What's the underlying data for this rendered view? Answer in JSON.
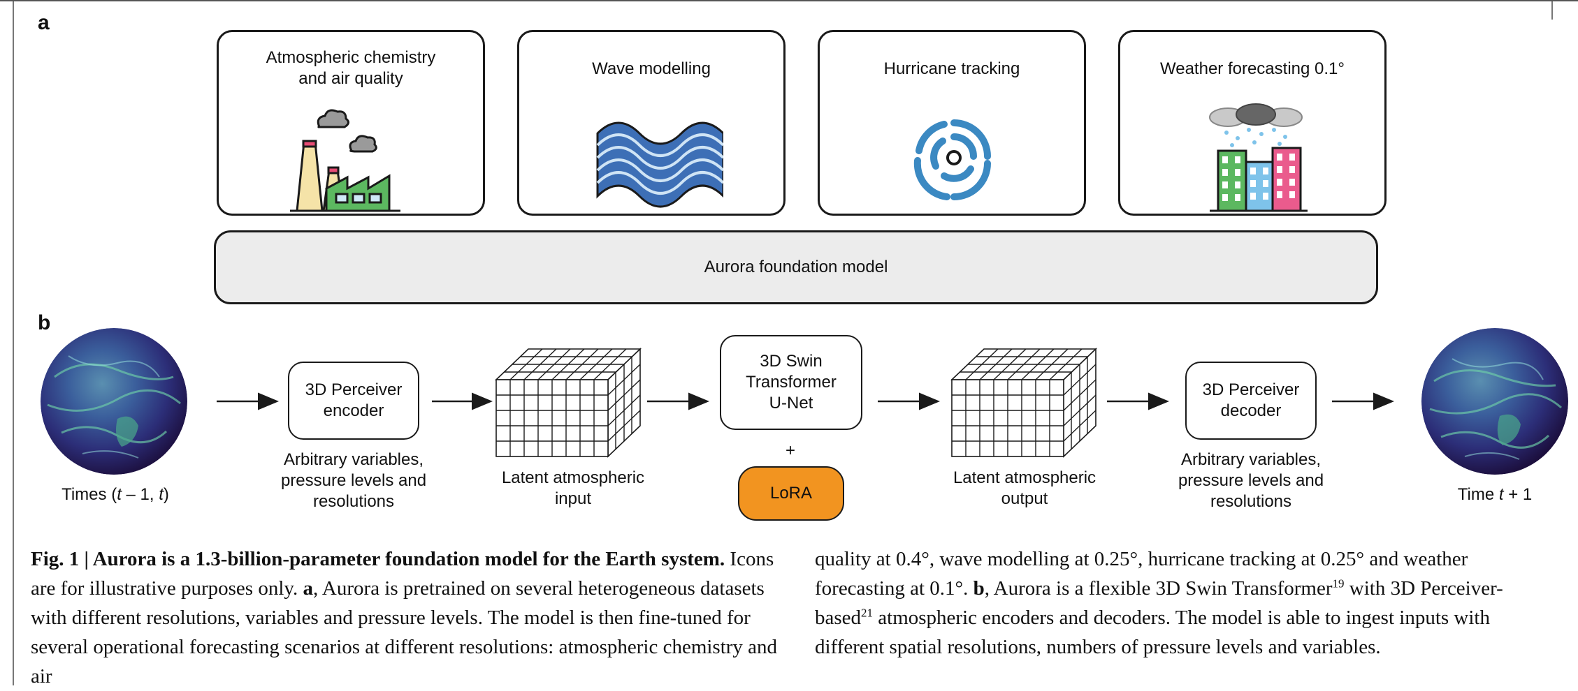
{
  "panel_a": {
    "letter": "a",
    "tasks": [
      {
        "title_line1": "Atmospheric chemistry",
        "title_line2": "and air quality",
        "icon": "factory-icon"
      },
      {
        "title": "Wave modelling",
        "icon": "waves-icon"
      },
      {
        "title": "Hurricane tracking",
        "icon": "hurricane-icon"
      },
      {
        "title": "Weather forecasting 0.1°",
        "icon": "city-rain-icon"
      }
    ],
    "foundation": "Aurora foundation model"
  },
  "panel_b": {
    "letter": "b",
    "input_globe_label": "Times (t – 1, t)",
    "input_globe_label_parts": {
      "prefix": "Times (",
      "t1": "t",
      "mid": " – 1, ",
      "t2": "t",
      "suffix": ")"
    },
    "encoder": {
      "line1": "3D Perceiver",
      "line2": "encoder"
    },
    "encoder_note": {
      "line1": "Arbitrary variables,",
      "line2": "pressure levels and",
      "line3": "resolutions"
    },
    "latent_input": {
      "line1": "Latent atmospheric",
      "line2": "input"
    },
    "backbone": {
      "line1": "3D Swin",
      "line2": "Transformer",
      "line3": "U-Net"
    },
    "plus": "+",
    "lora": "LoRA",
    "latent_output": {
      "line1": "Latent atmospheric",
      "line2": "output"
    },
    "decoder": {
      "line1": "3D Perceiver",
      "line2": "decoder"
    },
    "decoder_note": {
      "line1": "Arbitrary variables,",
      "line2": "pressure levels and",
      "line3": "resolutions"
    },
    "output_globe_label": {
      "prefix": "Time ",
      "t": "t",
      "suffix": " + 1"
    }
  },
  "caption": {
    "fig_label": "Fig. 1 | ",
    "title": "Aurora is a 1.3-billion-parameter foundation model for the Earth system.",
    "sentence1": " Icons are for illustrative purposes only. ",
    "a_label": "a",
    "a_text": ", Aurora is pretrained on several heterogeneous datasets with different resolutions, variables and pressure levels. The model is then fine-tuned for several operational forecasting scenarios at different resolutions: atmospheric chemistry and air",
    "col2_text1": "quality at 0.4°, wave modelling at 0.25°, hurricane tracking at 0.25° and weather forecasting at 0.1°. ",
    "b_label": "b",
    "col2_text2": ", Aurora is a flexible 3D Swin Transformer",
    "ref1": "19",
    "col2_text3": " with 3D Perceiver-based",
    "ref2": "21",
    "col2_text4": " atmospheric encoders and decoders. The model is able to ingest inputs with different spatial resolutions, numbers of pressure levels and variables."
  },
  "colors": {
    "lora": "#f29420",
    "foundation_bg": "#ececec",
    "wave": "#3d6fb6",
    "hurricane": "#3b89c2",
    "factory_green": "#5cb860",
    "factory_yellow": "#f5e3a8",
    "bldg_green": "#5cb860",
    "bldg_blue": "#7ec3ea",
    "bldg_pink": "#ea5b8d"
  }
}
